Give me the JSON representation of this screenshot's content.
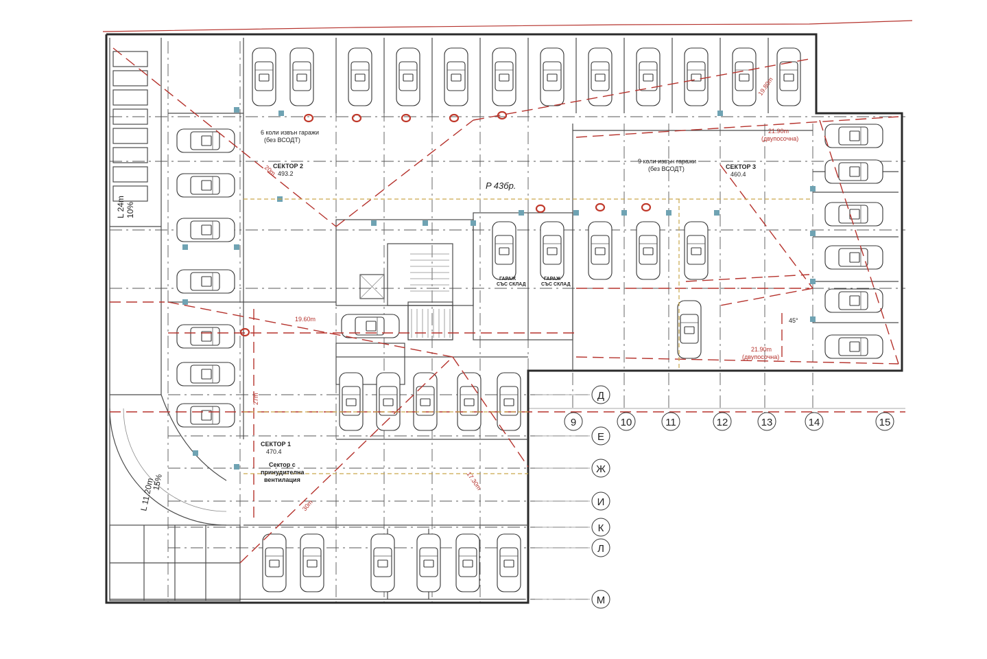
{
  "sectors": [
    {
      "name": "СЕКТОР 2",
      "area": "493.2",
      "note_line1": "6 коли извън гаражи",
      "note_line2": "(без ВСОДТ)"
    },
    {
      "name": "СЕКТОР 3",
      "area": "460.4",
      "note_line1": "9 коли извън гаражи",
      "note_line2": "(без ВСОДТ)"
    },
    {
      "name": "СЕКТОР 1",
      "area": "470.4",
      "note_line1": "Сектор с",
      "note_line2": "принудителна",
      "note_line3": "вентилация"
    }
  ],
  "elevation": "P 43бр.",
  "ramps": {
    "left_top_length": "L 24m",
    "left_top_slope": "10%",
    "left_bottom_length": "L 11.20m",
    "left_bottom_slope": "15%"
  },
  "dimensions": {
    "d1": "19.60m",
    "d2": "21.90m",
    "d3": "(двупосочна)",
    "d4": "21.90m",
    "d5": "(двупосочна)",
    "d6": "27m",
    "d7": "30m",
    "d8": "17.30m",
    "d9": "20m",
    "d10": "45°",
    "d11": "19.80m"
  },
  "storage_labels": {
    "s1": "ГАРАЖ",
    "s2": "СЪС СКЛАД",
    "s3": "ГАРАЖ",
    "s4": "СЪС СКЛАД"
  },
  "grid_numbers": [
    "9",
    "10",
    "11",
    "12",
    "13",
    "14",
    "15"
  ],
  "grid_letters": [
    "Д",
    "Е",
    "Ж",
    "И",
    "К",
    "Л",
    "М"
  ]
}
